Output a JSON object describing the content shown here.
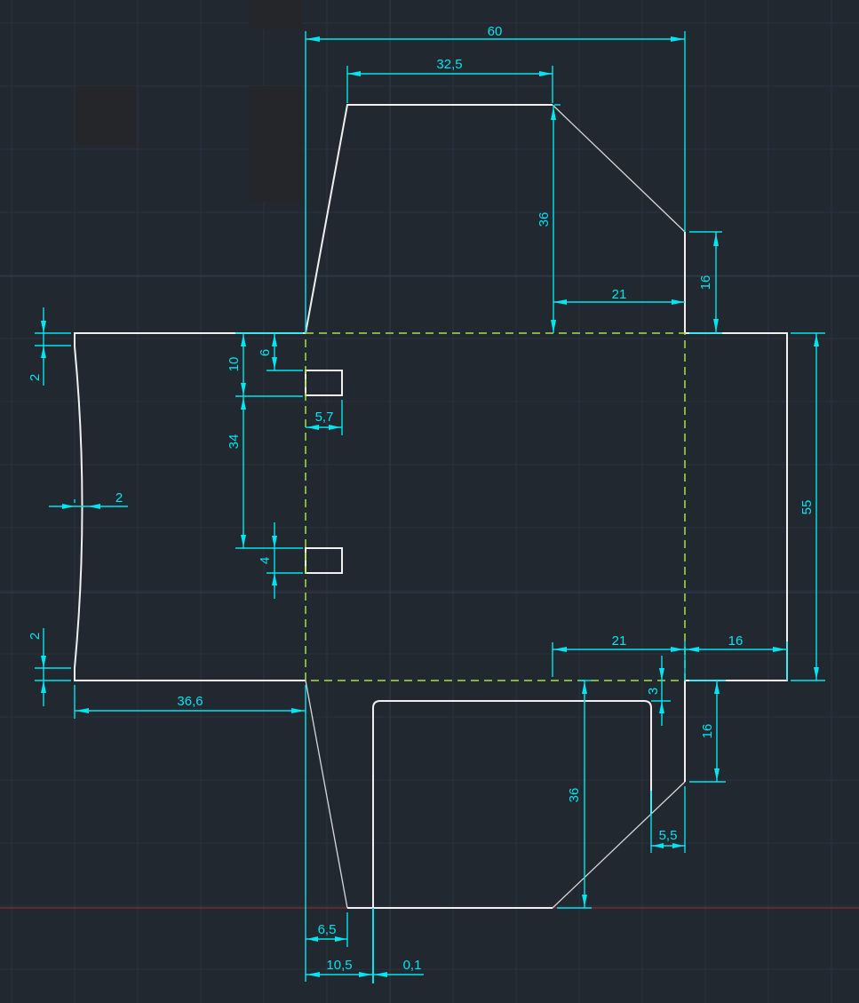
{
  "view": {
    "type": "CAD model space",
    "background_color": "#212830",
    "geometry_color": "#f0f0f0",
    "fold_line_color": "#a6e04a",
    "dimension_color": "#00e5f0",
    "axis_color": "#8a2a2a"
  },
  "dimensions": {
    "top_overall_width": "60",
    "top_flap_width": "32,5",
    "top_flap_height": "36",
    "top_flap_chamfer_width": "21",
    "top_right_offset": "16",
    "left_top_inset": "2",
    "left_bulge": "2",
    "left_bottom_inset": "2",
    "slot_top_offset": "6",
    "slot_group_offset": "10",
    "slot_spacing": "34",
    "slot_width": "5,7",
    "slot_height": "4",
    "left_flap_width": "36,6",
    "right_height": "55",
    "bottom_chamfer_width": "21",
    "right_panel_width": "16",
    "bottom_inset": "3",
    "bottom_flap_height": "36",
    "bottom_right_offset": "16",
    "bottom_notch_width": "5,5",
    "bottom_left_width": "6,5",
    "bottom_window_offset": "10,5",
    "bottom_gap": "0,1"
  }
}
